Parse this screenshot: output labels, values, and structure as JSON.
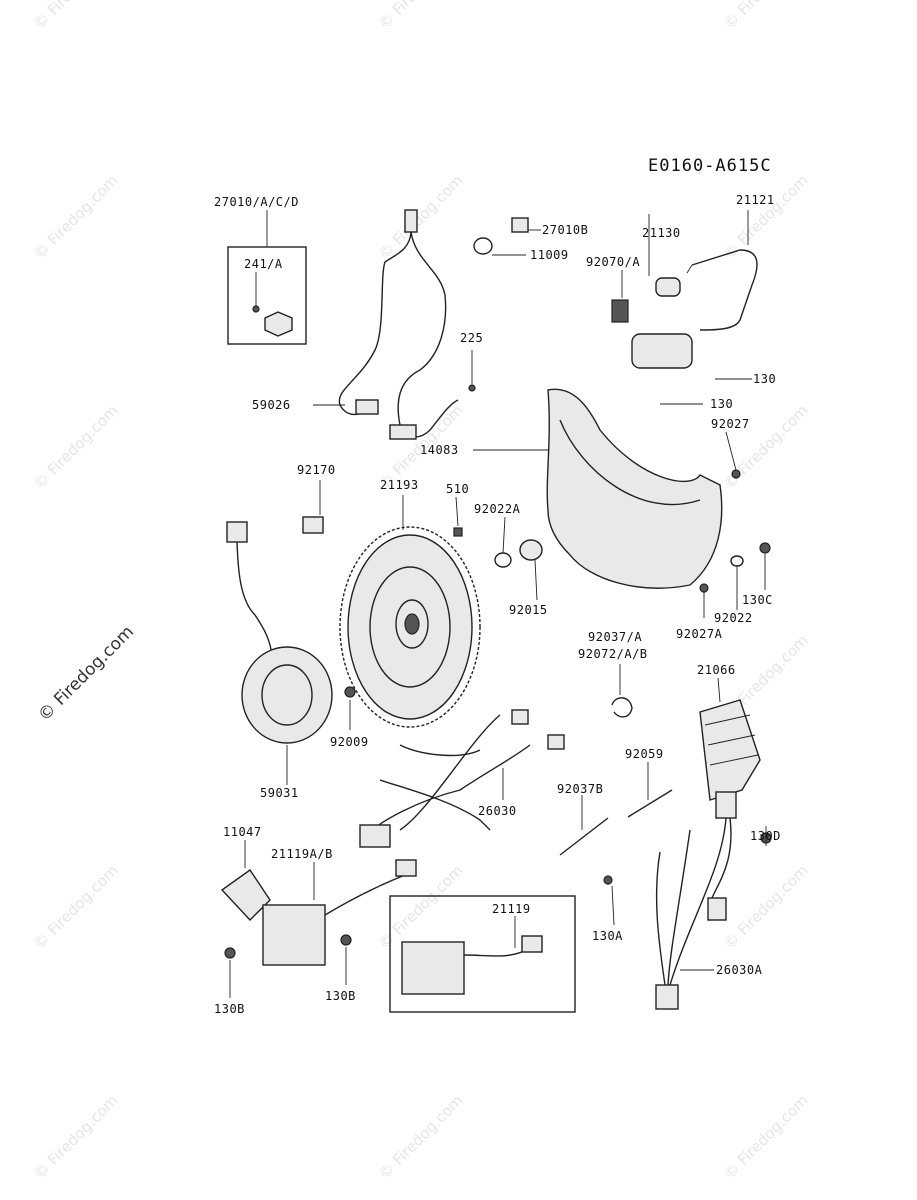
{
  "diagram_code": "E0160-A615C",
  "watermark_text": "© Firedog.com",
  "side_watermark": "© Firedog.com",
  "labels": {
    "p27010": "27010/A/C/D",
    "p241": "241/A",
    "p27010B": "27010B",
    "p11009": "11009",
    "p21130": "21130",
    "p21121": "21121",
    "p92070": "92070/A",
    "p225": "225",
    "p59026": "59026",
    "p130a1": "130",
    "p130a2": "130",
    "p14083": "14083",
    "p92027": "92027",
    "p92170": "92170",
    "p21193": "21193",
    "p510": "510",
    "p92022A": "92022A",
    "p92015": "92015",
    "p130C": "130C",
    "p92022": "92022",
    "p92027A": "92027A",
    "p92037": "92037/A",
    "p92072": "92072/A/B",
    "p21066": "21066",
    "p92009": "92009",
    "p59031": "59031",
    "p92059": "92059",
    "p92037B": "92037B",
    "p26030": "26030",
    "p130D": "130D",
    "p11047": "11047",
    "p21119AB": "21119A/B",
    "p21119": "21119",
    "p130A": "130A",
    "p26030A": "26030A",
    "p130B1": "130B",
    "p130B2": "130B"
  }
}
